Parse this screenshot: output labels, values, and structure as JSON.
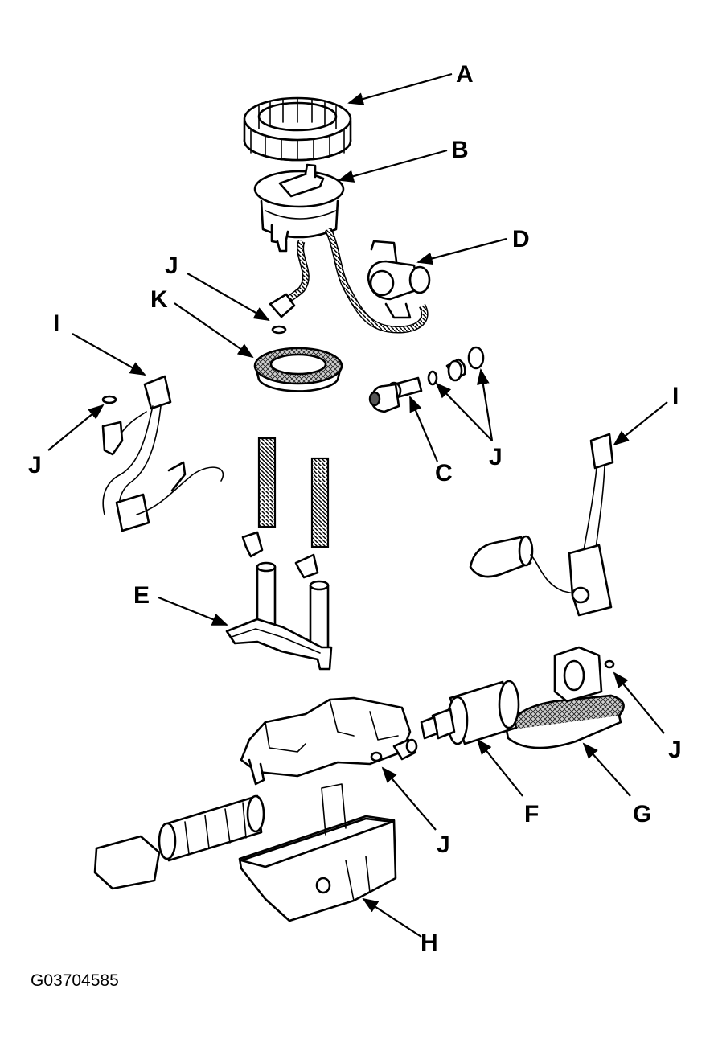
{
  "diagram": {
    "labels": {
      "A": "A",
      "B": "B",
      "C": "C",
      "D": "D",
      "E": "E",
      "F": "F",
      "G": "G",
      "H": "H",
      "I": "I",
      "J": "J",
      "K": "K"
    },
    "figure_code": "G03704585"
  }
}
